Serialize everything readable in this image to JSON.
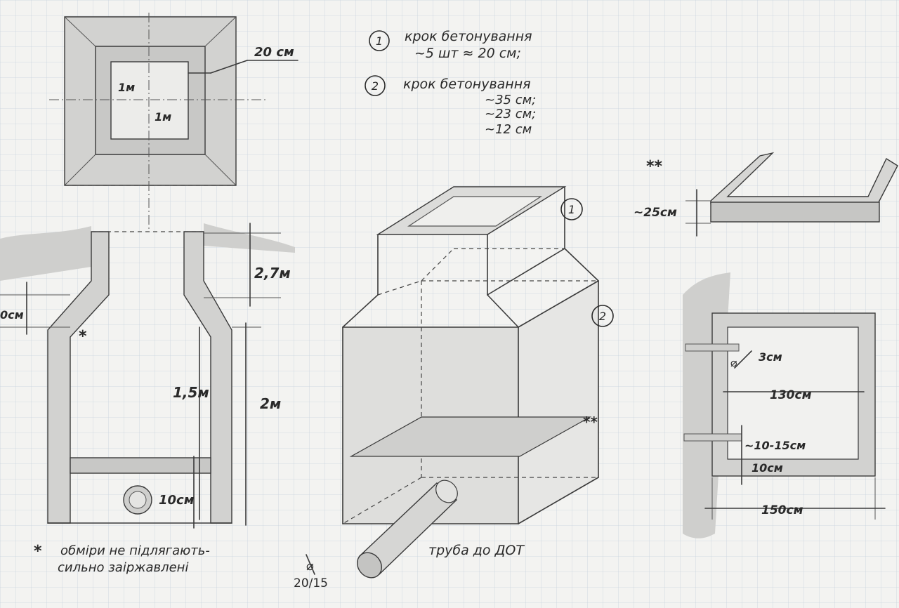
{
  "notes": {
    "step1_number": "1",
    "step1_title": "крок бетонування",
    "step1_detail": "~5 шт ≈ 20 см;",
    "step2_number": "2",
    "step2_title": "крок бетонування",
    "step2_detail_1": "~35 см;",
    "step2_detail_2": "~23 см;",
    "step2_detail_3": "~12 см"
  },
  "plan_view": {
    "wall_thickness": "20 см",
    "inner_width": "1м",
    "inner_length": "1м"
  },
  "section_view": {
    "neck_height": "2,7м",
    "shoulder_offset": "0см",
    "inner_height": "1,5м",
    "total_height": "2м",
    "floor_thickness": "10см",
    "marker": "*"
  },
  "footnote": {
    "marker": "*",
    "line_1": "обміри не підлягають-",
    "line_2": "сильно заіржавлені"
  },
  "isometric_view": {
    "callout_1": "1",
    "callout_2": "2",
    "marker": "**",
    "pipe_label": "труба до ДОТ",
    "pipe_size": "20/15",
    "pipe_diameter_symbol": "⌀"
  },
  "detail_channel": {
    "marker": "**",
    "height": "~25см"
  },
  "detail_frame": {
    "rod_diameter": "3см",
    "inner_width": "130см",
    "rod_spacing": "~10-15см",
    "bottom_offset": "10см",
    "outer_width": "150см",
    "diameter_symbol": "⌀"
  },
  "colors": {
    "paper": "#f3f3f1",
    "grid": "#c9d3de",
    "pencil": "#3a3a3a"
  }
}
